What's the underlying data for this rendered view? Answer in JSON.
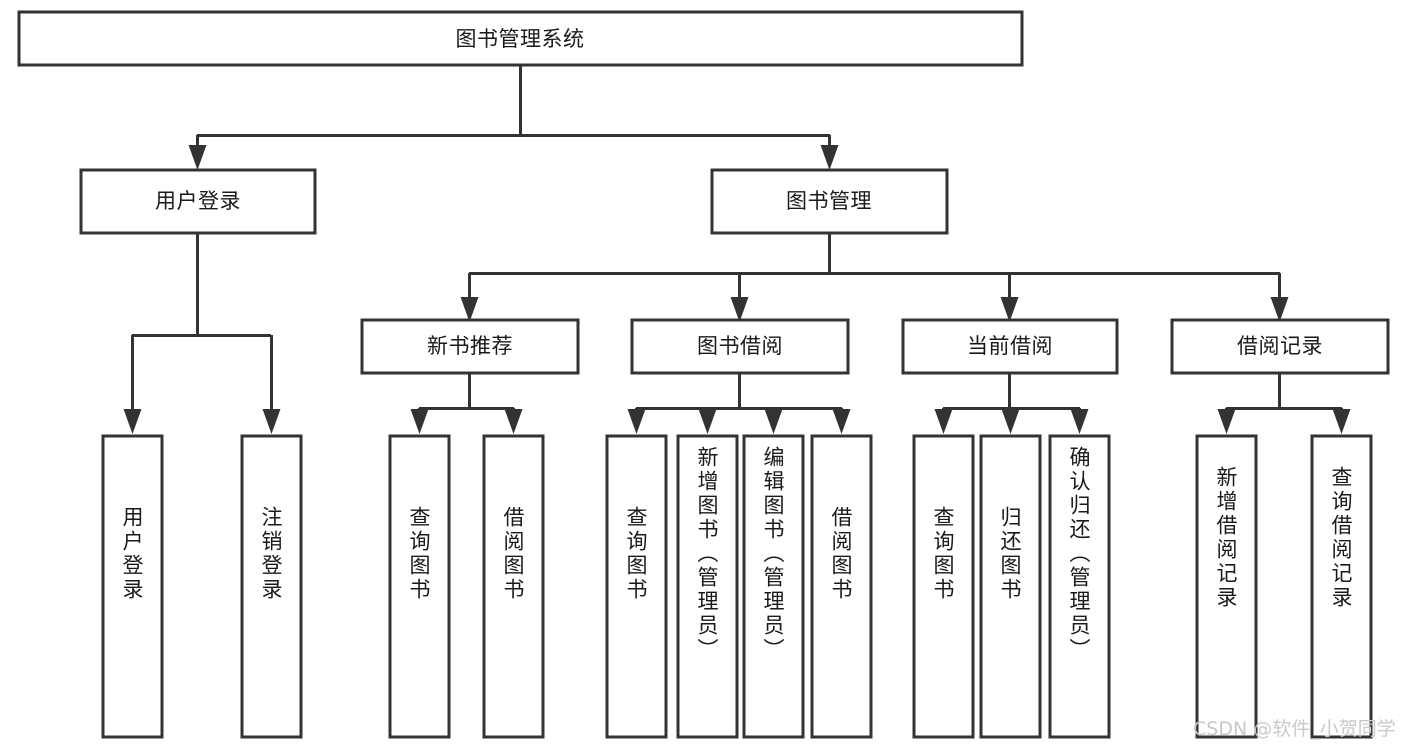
{
  "diagram": {
    "title": "图书管理系统",
    "type": "hierarchy-tree",
    "watermark": "CSDN @软件_小贺同学",
    "colors": {
      "stroke": "#333333",
      "fill": "#ffffff",
      "text": "#1a1a1a",
      "watermark": "#c9c9c9"
    },
    "root": {
      "id": "root",
      "label": "图书管理系统"
    },
    "level1": [
      {
        "id": "user-login",
        "label": "用户登录"
      },
      {
        "id": "book-management",
        "label": "图书管理"
      }
    ],
    "level2": [
      {
        "id": "new-book-recommend",
        "label": "新书推荐",
        "parent": "book-management"
      },
      {
        "id": "book-borrow",
        "label": "图书借阅",
        "parent": "book-management"
      },
      {
        "id": "current-borrow",
        "label": "当前借阅",
        "parent": "book-management"
      },
      {
        "id": "borrow-record",
        "label": "借阅记录",
        "parent": "book-management"
      }
    ],
    "leaves": {
      "user-login": [
        {
          "id": "leaf-user-login",
          "label": "用户登录"
        },
        {
          "id": "leaf-logout-login",
          "label": "注销登录"
        }
      ],
      "new-book-recommend": [
        {
          "id": "leaf-query-book-1",
          "label": "查询图书"
        },
        {
          "id": "leaf-borrow-book-1",
          "label": "借阅图书"
        }
      ],
      "book-borrow": [
        {
          "id": "leaf-query-book-2",
          "label": "查询图书"
        },
        {
          "id": "leaf-add-book-admin",
          "label": "新增图书（管理员）"
        },
        {
          "id": "leaf-edit-book-admin",
          "label": "编辑图书（管理员）"
        },
        {
          "id": "leaf-borrow-book-2",
          "label": "借阅图书"
        }
      ],
      "current-borrow": [
        {
          "id": "leaf-query-book-3",
          "label": "查询图书"
        },
        {
          "id": "leaf-return-book",
          "label": "归还图书"
        },
        {
          "id": "leaf-confirm-return-admin",
          "label": "确认归还（管理员）"
        }
      ],
      "borrow-record": [
        {
          "id": "leaf-add-borrow-record",
          "label": "新增借阅记录"
        },
        {
          "id": "leaf-query-borrow-record",
          "label": "查询借阅记录"
        }
      ]
    }
  }
}
